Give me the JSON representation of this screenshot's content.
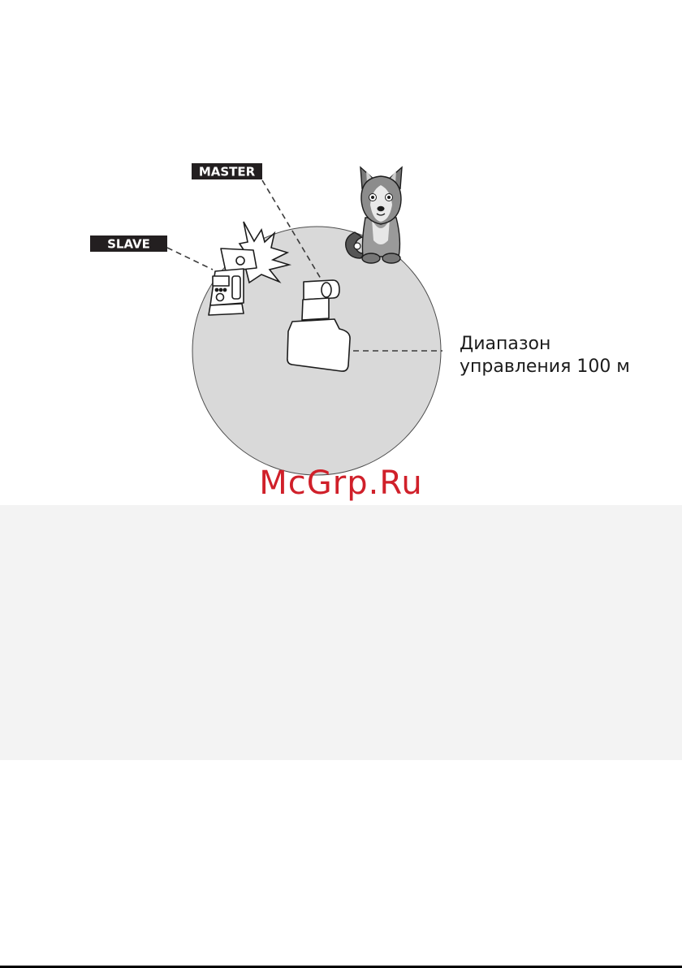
{
  "diagram": {
    "master_label": "MASTER",
    "slave_label": "SLAVE",
    "range_label_line1": "Диапазон",
    "range_label_line2": "управления 100 м"
  },
  "watermark": "McGrp.Ru",
  "colors": {
    "range_circle": "#d9d9d9",
    "tag_background": "#231f20",
    "watermark": "#d0202a",
    "lower_panel": "#f3f3f3"
  },
  "icons": [
    "slave-flash-icon",
    "flash-burst-icon",
    "master-flash-icon",
    "dog-icon"
  ]
}
